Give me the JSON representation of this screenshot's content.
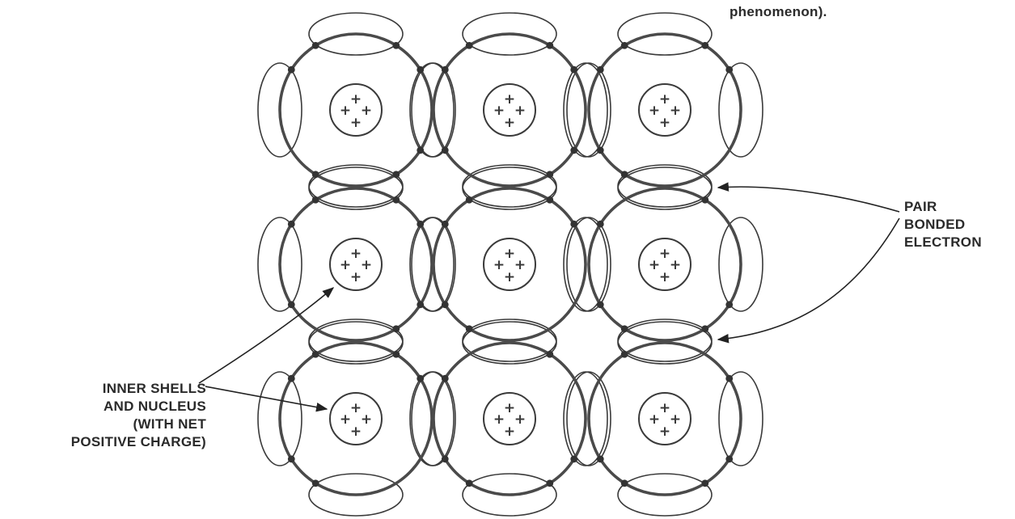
{
  "caption": "phenomenon).",
  "labels": {
    "pair_bonded": [
      "PAIR",
      "BONDED",
      "ELECTRON"
    ],
    "inner_shells": [
      "INNER SHELLS",
      "AND NUCLEUS",
      "(WITH NET",
      "POSITIVE CHARGE)"
    ]
  },
  "lattice": {
    "rows": 3,
    "cols": 3,
    "nucleus_symbol": "+"
  },
  "colors": {
    "ink": "#3a3a3a",
    "thick_ring": "#4a4a4a",
    "electron": "#333333"
  }
}
